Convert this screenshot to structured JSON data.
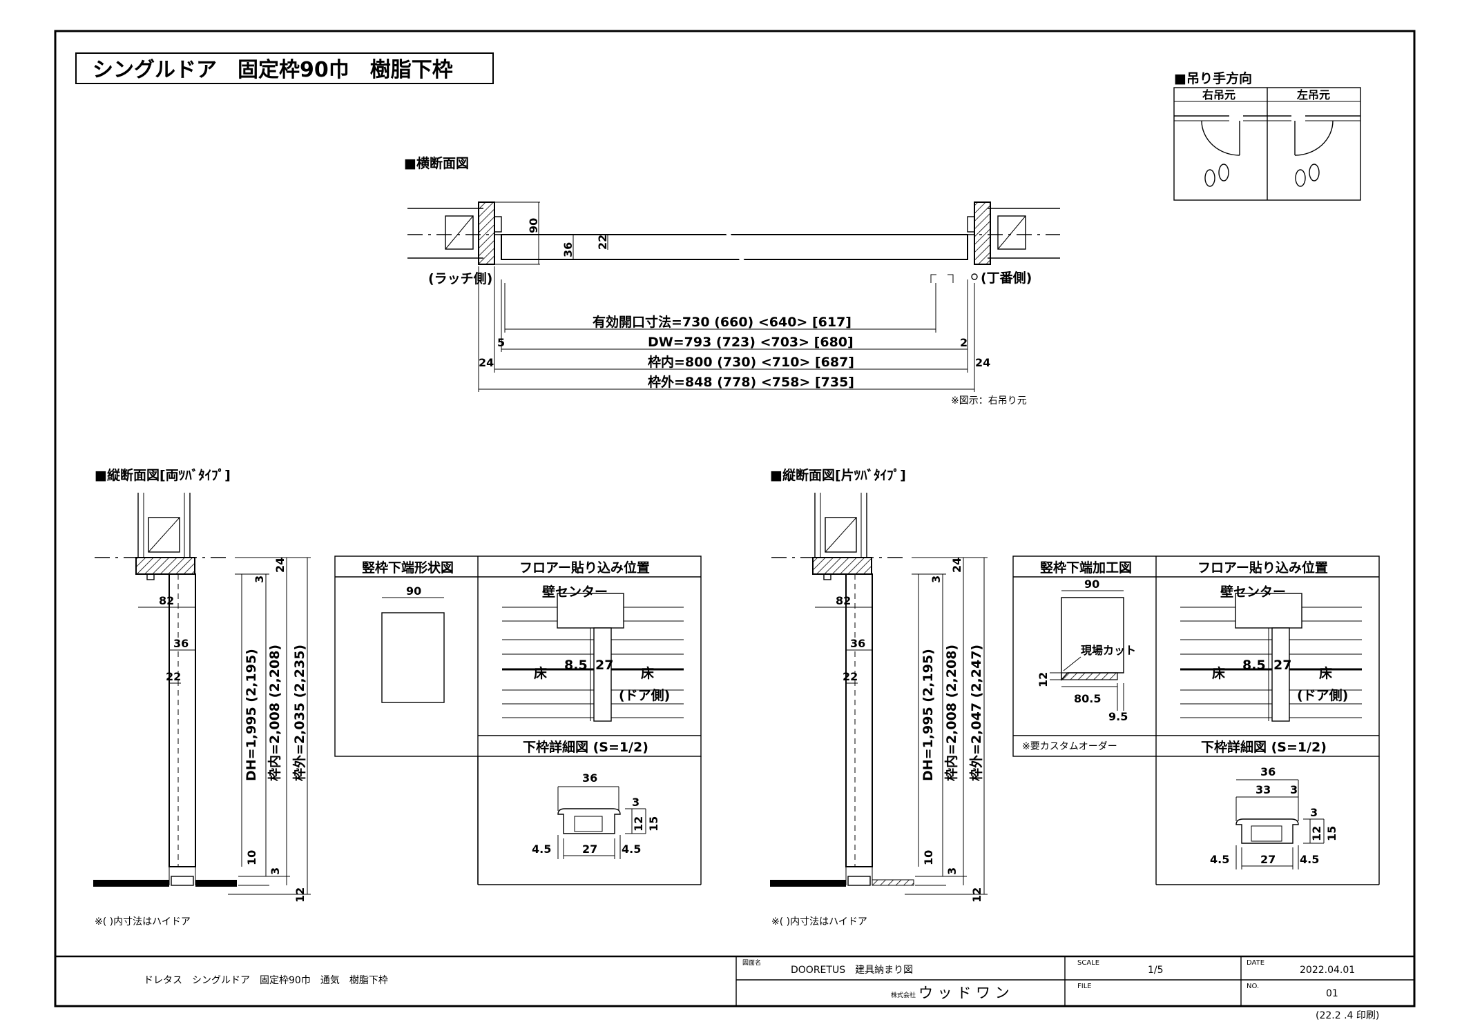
{
  "title": "シングルドア　固定枠90巾　樹脂下枠",
  "hinge_direction": {
    "heading": "■吊り手方向",
    "right": "右吊元",
    "left": "左吊元"
  },
  "plan_section": {
    "heading": "■横断面図",
    "latch_side": "(ラッチ側)",
    "hinge_side": "(丁番側)",
    "dim_90": "90",
    "dim_36": "36",
    "dim_22": "22",
    "dim_5": "5",
    "dim_2": "2",
    "dim_24_left": "24",
    "dim_24_right": "24",
    "line_opening": "有効開口寸法=730 (660) <640> [617]",
    "line_dw": "DW=793 (723) <703> [680]",
    "line_inner": "枠内=800 (730) <710> [687]",
    "line_outer": "枠外=848 (778) <758> [735]",
    "note": "※図示：右吊り元"
  },
  "left_section": {
    "heading": "■縦断面図[両ﾂﾊﾞﾀｲﾌﾟ]",
    "dim_82": "82",
    "dim_36": "36",
    "dim_22": "22",
    "dim_24": "24",
    "dim_3_top": "3",
    "dim_10": "10",
    "dim_3_bottom": "3",
    "dim_12": "12",
    "dh": "DH=1,995 (2,195)",
    "inner": "枠内=2,008 (2,208)",
    "outer": "枠外=2,035 (2,235)",
    "note": "※( )内寸法はハイドア",
    "table": {
      "h1": "竪枠下端形状図",
      "h2": "フロアー貼り込み位置",
      "dim_90": "90",
      "wall_center": "壁センター",
      "floor_l": "床",
      "floor_r": "床",
      "dim_85": "8.5",
      "dim_27": "27",
      "door_side": "(ドア側)",
      "detail_title": "下枠詳細図 (S=1/2)",
      "d36": "36",
      "d3": "3",
      "d12": "12",
      "d15": "15",
      "d45l": "4.5",
      "d27": "27",
      "d45r": "4.5"
    }
  },
  "right_section": {
    "heading": "■縦断面図[片ﾂﾊﾞﾀｲﾌﾟ]",
    "dim_82": "82",
    "dim_36": "36",
    "dim_22": "22",
    "dim_24": "24",
    "dim_3_top": "3",
    "dim_10": "10",
    "dim_3_bottom": "3",
    "dim_12": "12",
    "dh": "DH=1,995 (2,195)",
    "inner": "枠内=2,008 (2,208)",
    "outer": "枠外=2,047 (2,247)",
    "note": "※( )内寸法はハイドア",
    "table": {
      "h1": "竪枠下端加工図",
      "h2": "フロアー貼り込み位置",
      "dim_90": "90",
      "cut": "現場カット",
      "dim_12v": "12",
      "dim_805": "80.5",
      "dim_95": "9.5",
      "custom": "※要カスタムオーダー",
      "wall_center": "壁センター",
      "floor_l": "床",
      "floor_r": "床",
      "dim_85": "8.5",
      "dim_27": "27",
      "door_side": "(ドア側)",
      "detail_title": "下枠詳細図 (S=1/2)",
      "d36": "36",
      "d33": "33",
      "d3a": "3",
      "d3b": "3",
      "d12": "12",
      "d15": "15",
      "d45l": "4.5",
      "d27": "27",
      "d45r": "4.5"
    }
  },
  "title_block": {
    "description": "ドレタス　シングルドア　固定枠90巾　通気　樹脂下枠",
    "drawing_name_label": "図面名",
    "drawing_name": "DOORETUS　建具納まり図",
    "company_label": "株式会社",
    "company": "ウ ッ ド ワ ン",
    "scale_label": "SCALE",
    "scale": "1/5",
    "file_label": "FILE",
    "date_label": "DATE",
    "date": "2022.04.01",
    "no_label": "NO.",
    "no": "01",
    "print_note": "(22.2 .4 印刷)"
  }
}
